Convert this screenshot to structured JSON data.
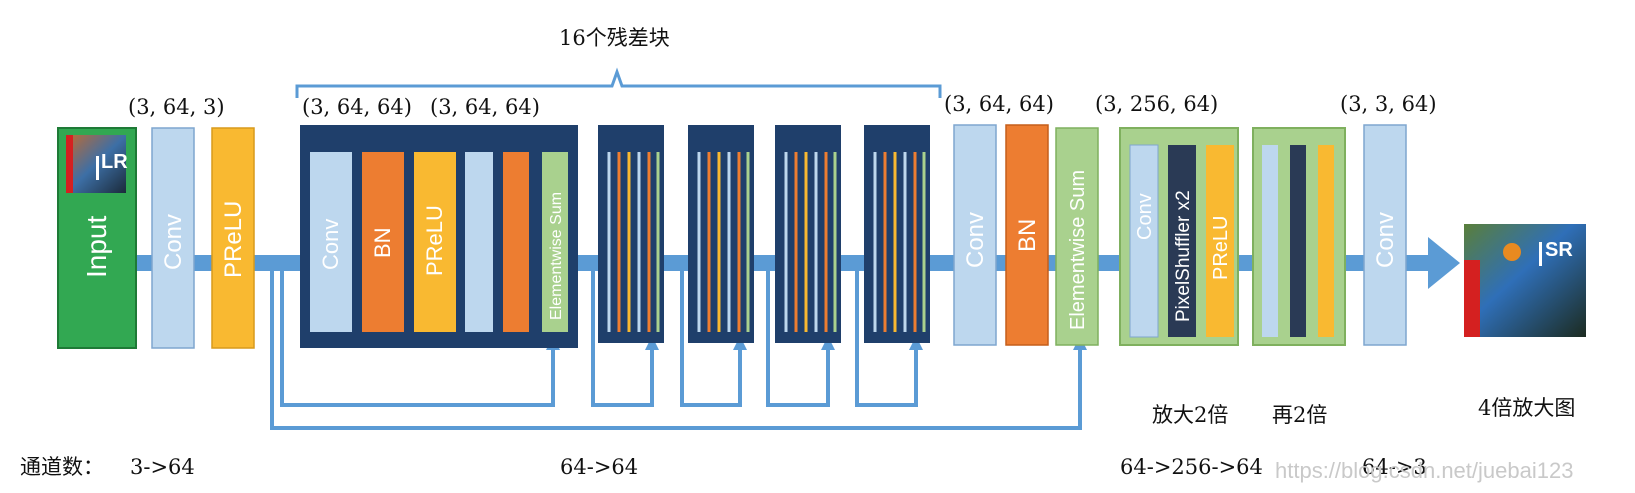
{
  "title": "16个残差块",
  "input": {
    "label": "Input",
    "tag": "LR"
  },
  "output": {
    "tag": "SR",
    "caption": "4倍放大图"
  },
  "head": {
    "shape": "(3, 64, 3)",
    "conv": "Conv",
    "act": "PReLU"
  },
  "resblock": {
    "shape_a": "(3, 64, 64)",
    "shape_b": "(3, 64, 64)",
    "layers": [
      "Conv",
      "BN",
      "PReLU",
      "",
      "",
      "Elementwise Sum"
    ]
  },
  "tail": {
    "shape": "(3, 64, 64)",
    "conv": "Conv",
    "bn": "BN",
    "sum": "Elementwise Sum"
  },
  "upsample": {
    "shape": "(3, 256, 64)",
    "layers": [
      "Conv",
      "PixelShuffler x2",
      "PReLU"
    ],
    "caption1": "放大2倍",
    "caption2": "再2倍"
  },
  "final": {
    "shape": "(3, 3, 64)",
    "conv": "Conv"
  },
  "channels": {
    "label": "通道数：",
    "stage1": "3->64",
    "stage2": "64->64",
    "stage3": "64->256->64",
    "stage4": "64->3"
  },
  "watermark": "https://blog.csdn.net/juebai123",
  "colors": {
    "flow": "#5b9bd5",
    "lightblue": "#bdd7ee",
    "orange": "#ed7d31",
    "yellow": "#f9b931",
    "green": "#32a852",
    "lightgreen": "#a9d18e",
    "darkblock": "#1f3f6b",
    "darkbar": "#2a3a55"
  }
}
